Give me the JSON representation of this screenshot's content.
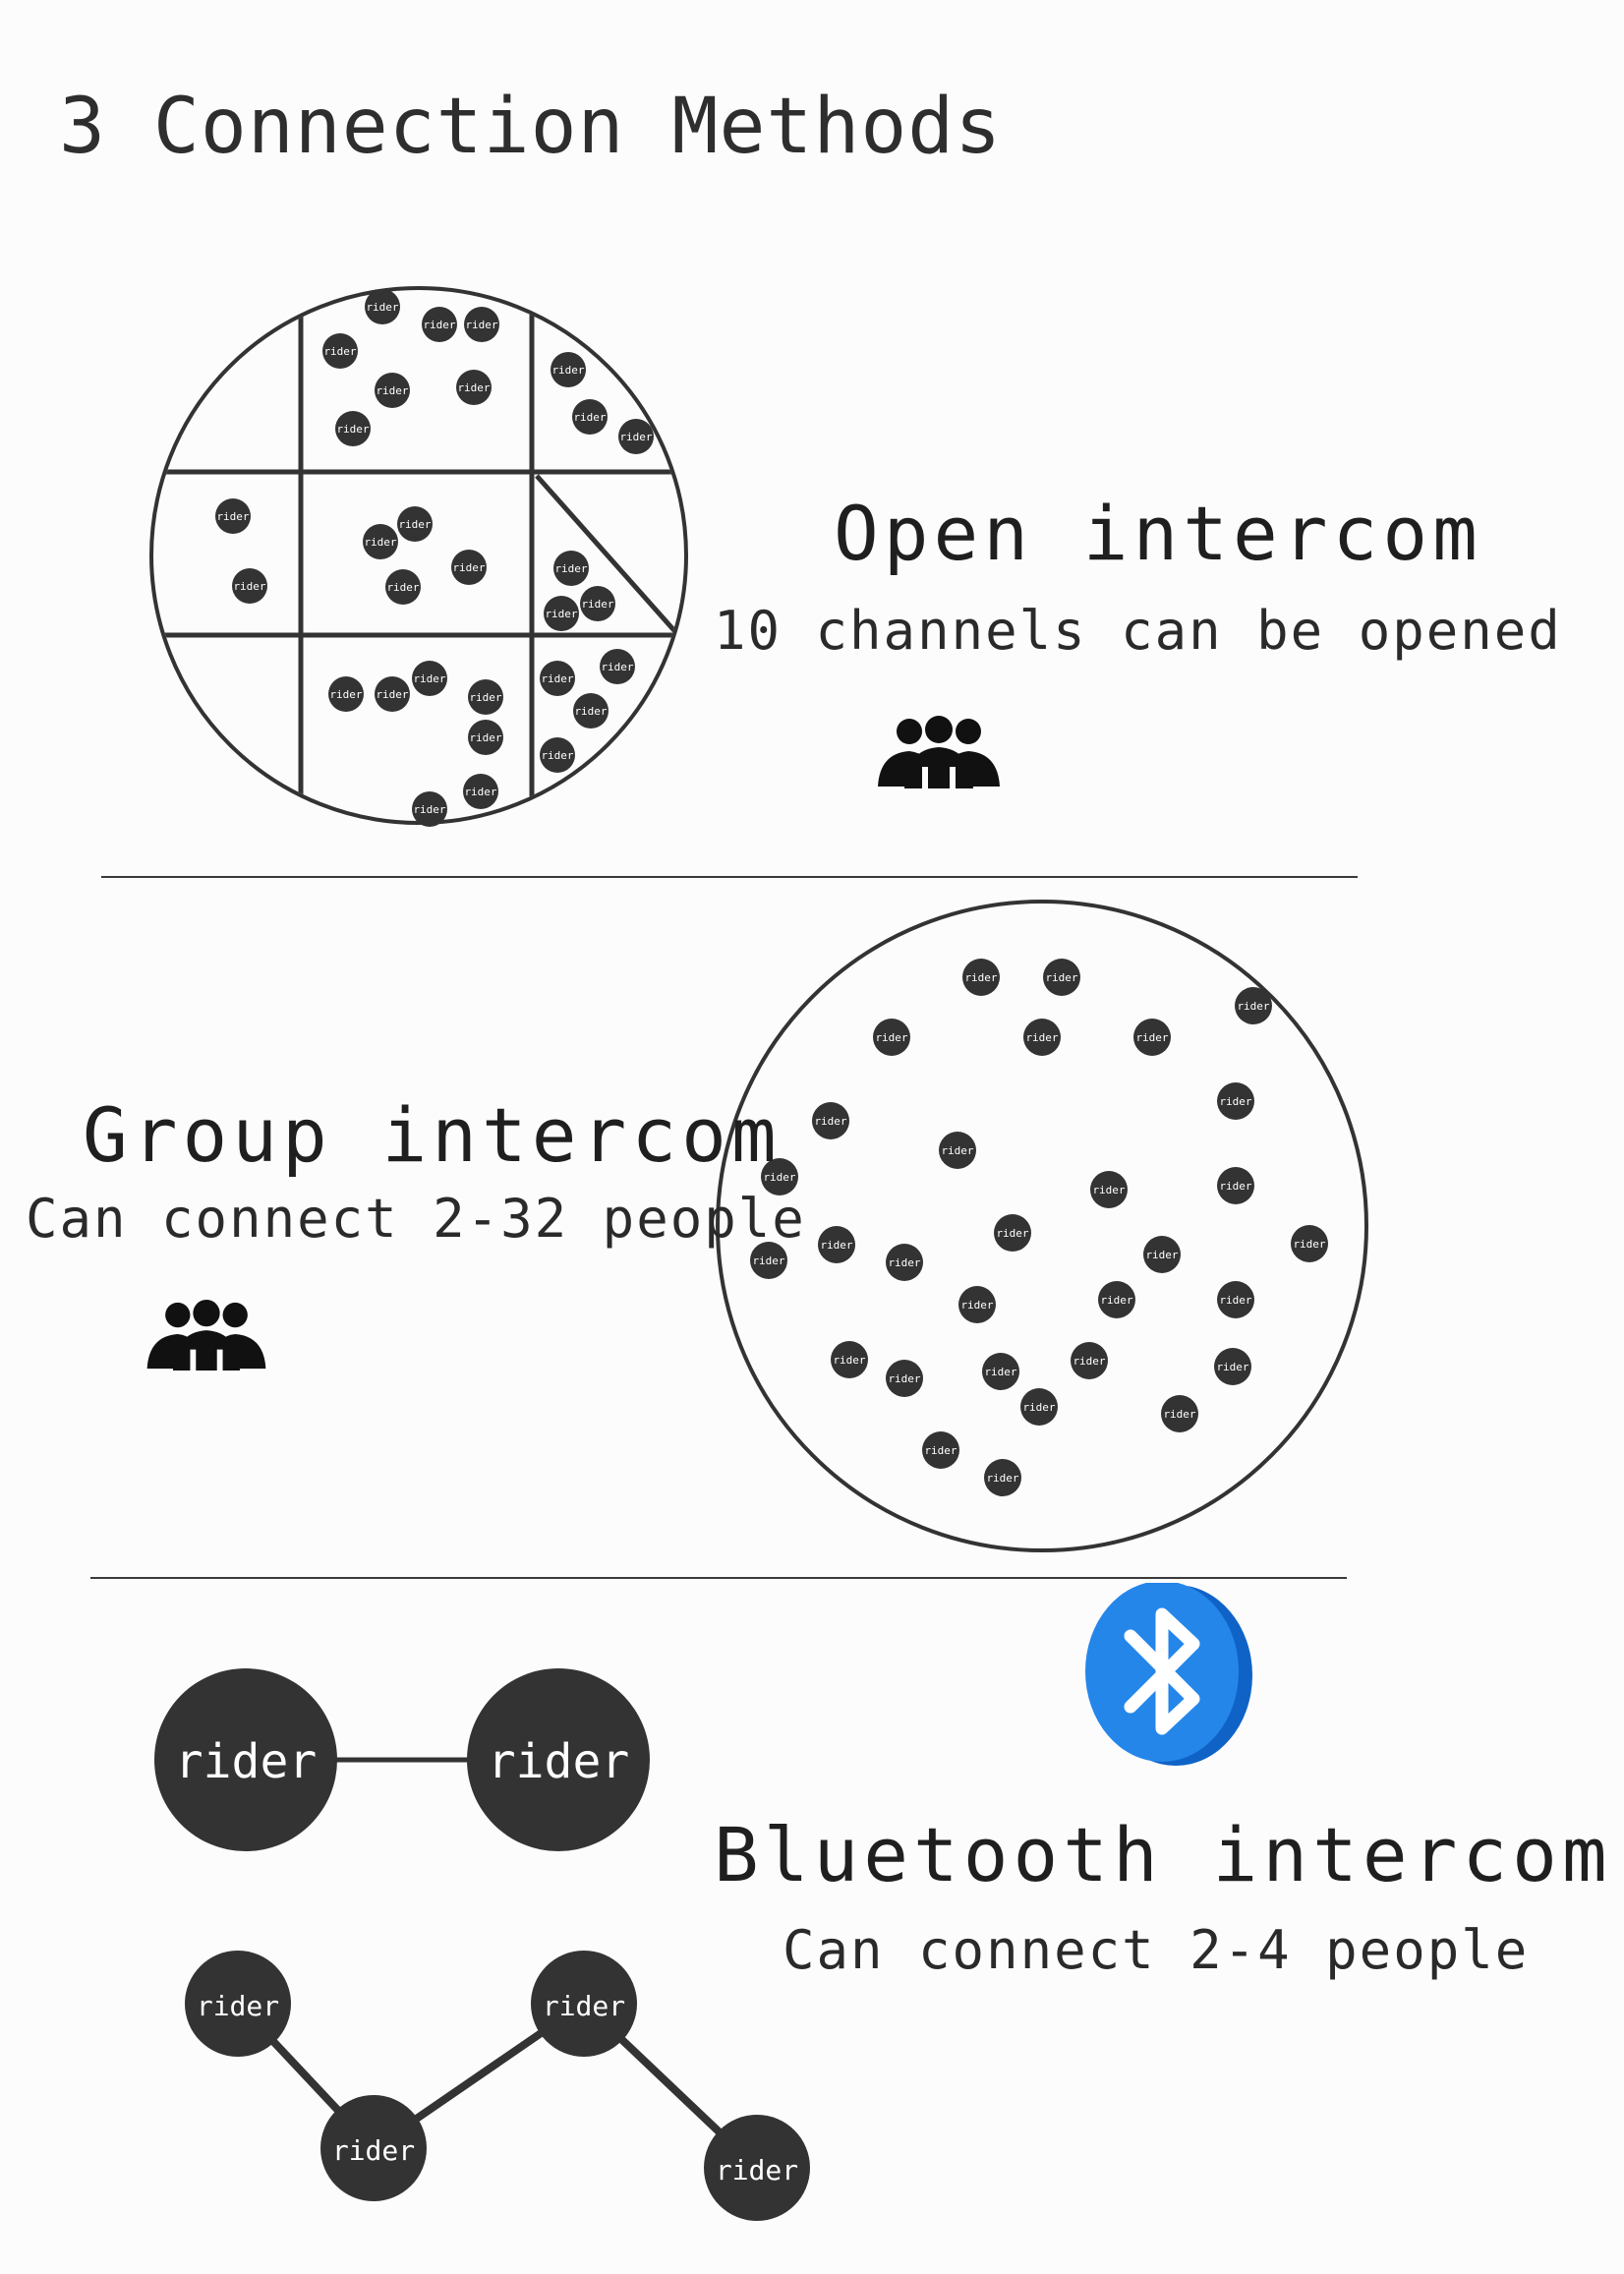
{
  "heading": "3 Connection Methods",
  "node_label": "rider",
  "open": {
    "title": "Open intercom",
    "subtitle": "10 channels can be opened",
    "icon": "people-group-icon"
  },
  "group": {
    "title": "Group intercom",
    "subtitle": "Can connect 2-32 people",
    "icon": "people-group-icon"
  },
  "bluetooth": {
    "title": "Bluetooth intercom",
    "subtitle": "Can connect 2-4 people",
    "icon": "bluetooth-icon",
    "icon_color": "#1f7fe0"
  },
  "colors": {
    "node": "#333333",
    "line": "#333333",
    "text": "#1f1f1f"
  }
}
